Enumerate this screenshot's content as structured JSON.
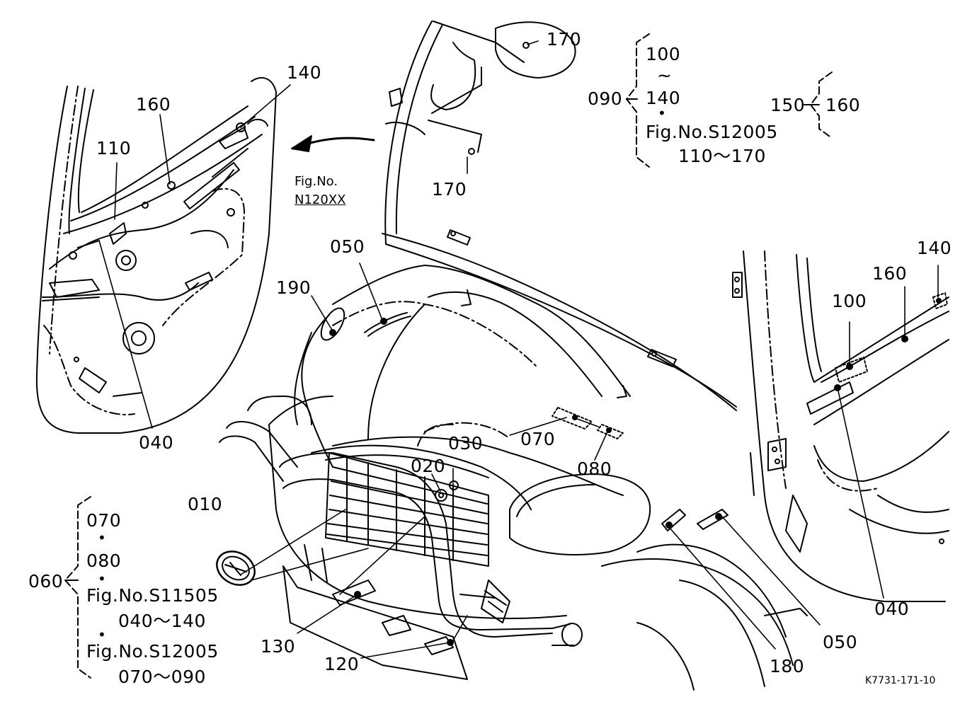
{
  "callouts": {
    "c010": "010",
    "c020": "020",
    "c030": "030",
    "c040_left": "040",
    "c040_right": "040",
    "c050_top": "050",
    "c050_bottom": "050",
    "c070": "070",
    "c080": "080",
    "c100": "100",
    "c110": "110",
    "c120": "120",
    "c130": "130",
    "c140_top": "140",
    "c140_right": "140",
    "c160_left": "160",
    "c160_right": "160",
    "c170_top": "170",
    "c170_mid": "170",
    "c180": "180",
    "c190": "190"
  },
  "fig_ref": {
    "line1": "Fig.No.",
    "line2": "N120XX"
  },
  "group_090": {
    "label": "090",
    "items": [
      "100",
      "~",
      "140",
      "•",
      "Fig.No.S12005",
      "110～170"
    ]
  },
  "group_150": {
    "label": "150",
    "items": [
      "160"
    ]
  },
  "group_060": {
    "label": "060",
    "items": [
      "070",
      "•",
      "080",
      "•",
      "Fig.No.S11505",
      "040～140",
      "•",
      "Fig.No.S12005",
      "070～090"
    ]
  },
  "drawing_code": "K7731-171-10"
}
